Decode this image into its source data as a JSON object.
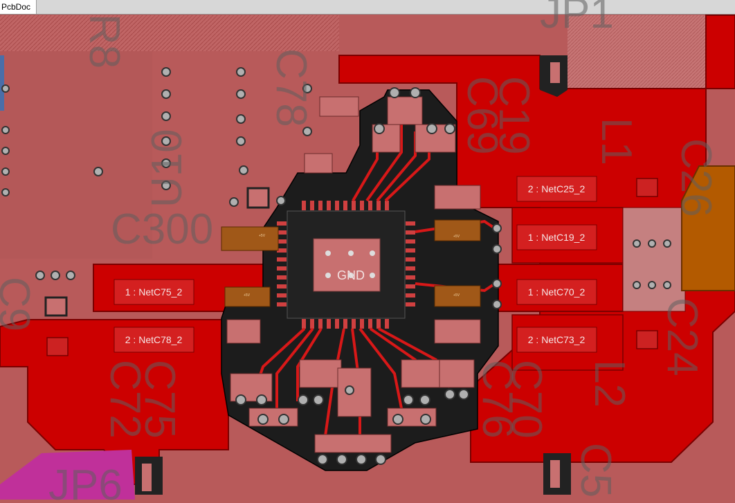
{
  "tab": {
    "title": "PcbDoc"
  },
  "colors": {
    "board": "#b85a5a",
    "copper_top": "#cc0000",
    "solder_mask": "#1a1a1a",
    "pad": "#c87070",
    "via": "#b0b0b0",
    "bottom_overlay": "#a03b3b",
    "magenta_region": "#c0309a",
    "orange_region": "#b35a00"
  },
  "silkscreen_designators": {
    "c300": "C300",
    "u10": "U10",
    "c69": "C69",
    "c19": "C19",
    "l1": "L1",
    "c26": "C26",
    "c24": "C24",
    "l2": "L2",
    "c70": "C70",
    "c76": "C76",
    "c75": "C75",
    "c72": "C72",
    "jp1": "JP1",
    "jp6": "JP6",
    "c78": "C78",
    "r8": "R8",
    "c9": "C9",
    "c5": "C5",
    "gnd": "GND"
  },
  "net_labels": {
    "netc25_2": "2 : NetC25_2",
    "netc19_2": "1 : NetC19_2",
    "netc70_2": "1 : NetC70_2",
    "netc73_2": "2 : NetC73_2",
    "netc75_2": "1 : NetC75_2",
    "netc78_2": "2 : NetC78_2"
  },
  "pad_labels": {
    "plus5v_a": "+5V",
    "plus5v_b": "+5V",
    "plus5v_c": "+5V",
    "plus5v_d": "+5V"
  }
}
